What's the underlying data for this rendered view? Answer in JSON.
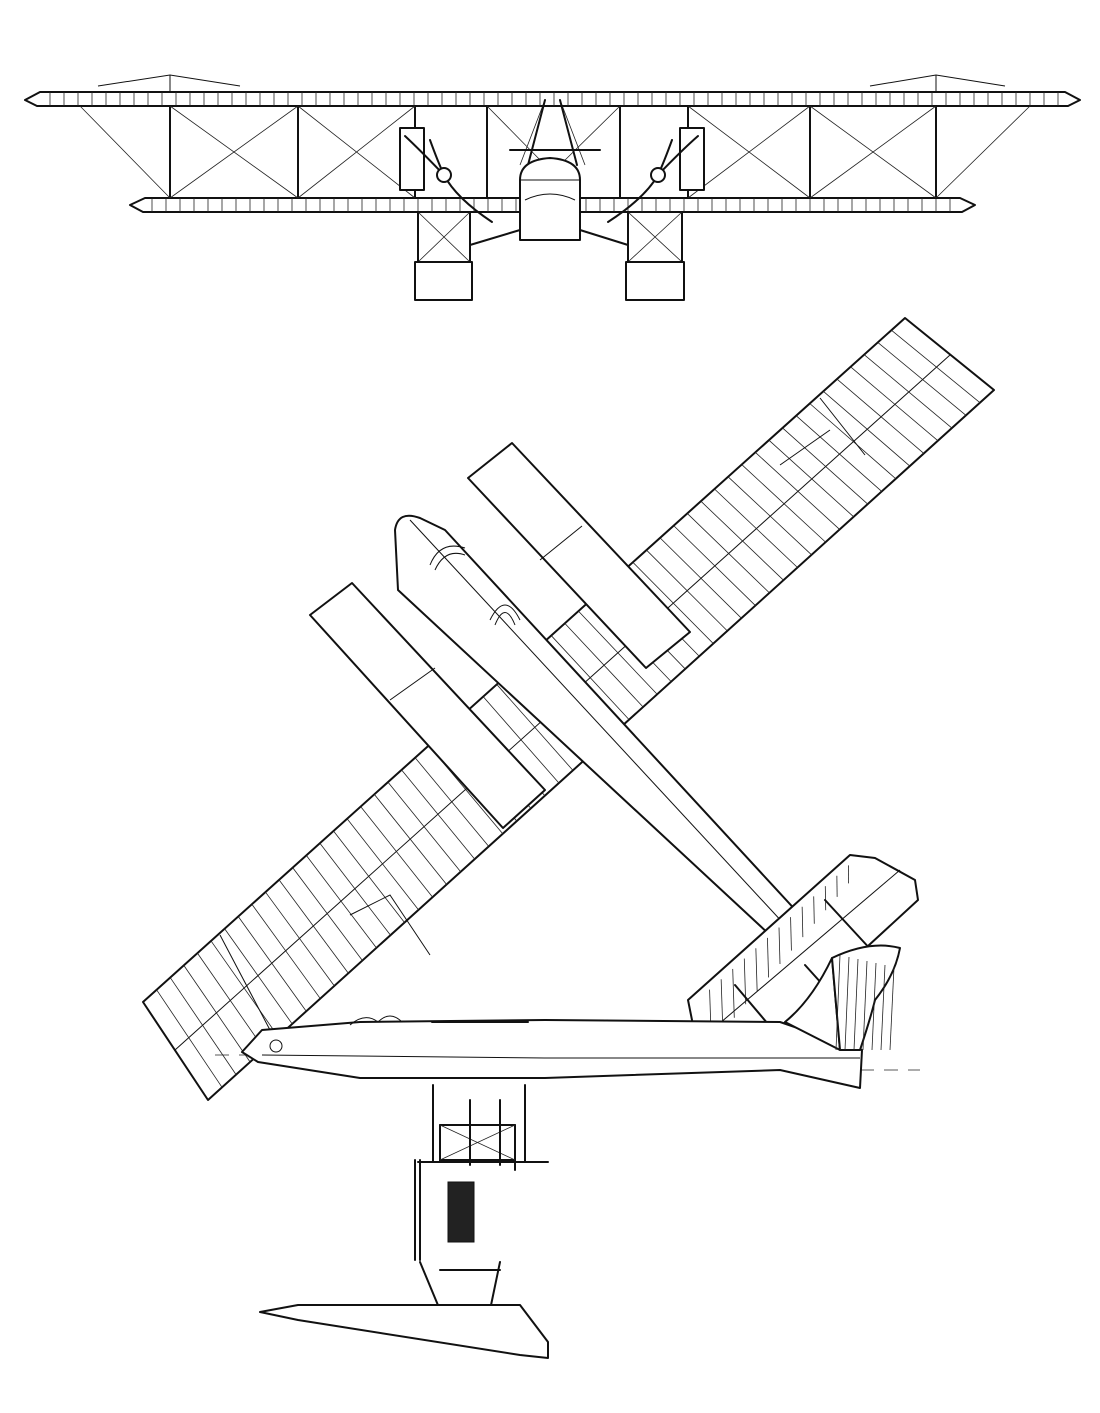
{
  "drawing": {
    "line_color": "#111111",
    "background": "#ffffff",
    "views": [
      {
        "id": "front-view",
        "icon": "seaplane-front-view-icon"
      },
      {
        "id": "top-view",
        "icon": "seaplane-top-view-icon"
      },
      {
        "id": "side-view",
        "icon": "seaplane-side-view-icon"
      }
    ]
  }
}
